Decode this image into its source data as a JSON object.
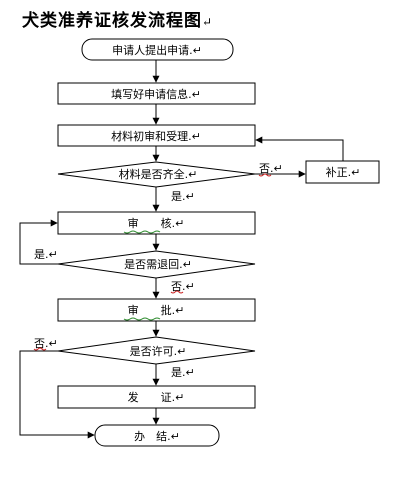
{
  "title": "犬类准养证核发流程图",
  "title_mark": "↵",
  "nodes": {
    "start": "申请人提出申请.↵",
    "fill_info": "填写好申请信息.↵",
    "initial_review": "材料初审和受理.↵",
    "materials_complete": "材料是否齐全.↵",
    "supplement": "补正.↵",
    "review": "审　　核.↵",
    "returned": "是否需退回.↵",
    "approve": "审　　批.↵",
    "permitted": "是否许可.↵",
    "issue": "发　　证.↵",
    "end": "办　结.↵"
  },
  "edge_labels": {
    "complete_no": "否.↵",
    "complete_yes": "是.↵",
    "returned_yes": "是.↵",
    "returned_no": "否.↵",
    "permitted_no": "否.↵",
    "permitted_yes": "是.↵"
  }
}
